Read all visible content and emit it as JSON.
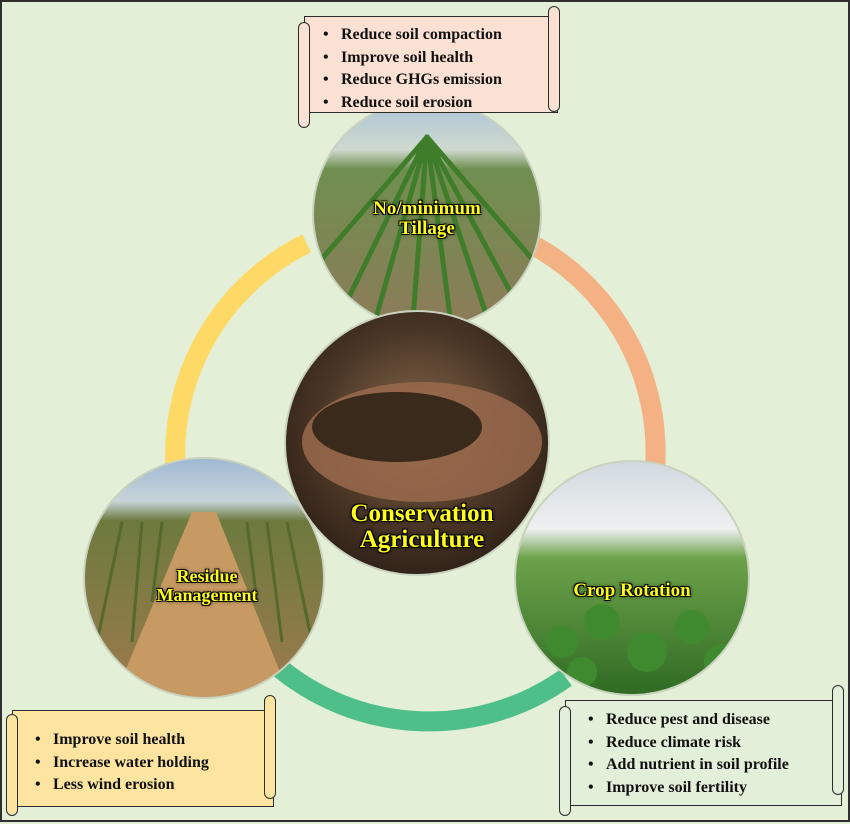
{
  "center": {
    "line1": "Conservation",
    "line2": "Agriculture"
  },
  "tillage": {
    "line1": "No/minimum",
    "line2": "Tillage"
  },
  "residue": {
    "line1": "Residue",
    "line2": "Management"
  },
  "rotation": {
    "label": "Crop Rotation"
  },
  "tillage_benefits": [
    "Reduce soil compaction",
    "Improve  soil health",
    "Reduce GHGs emission",
    "Reduce soil erosion"
  ],
  "residue_benefits": [
    "Improve  soil health",
    "Increase water holding",
    "Less wind erosion"
  ],
  "rotation_benefits": [
    "Reduce pest and disease",
    "Reduce climate risk",
    "Add nutrient in soil profile",
    "Improve  soil fertility"
  ],
  "colors": {
    "background": "#e3efd6",
    "ring_tillage_to_rotation": "#f4b183",
    "ring_rotation_to_residue": "#4fbf8a",
    "ring_residue_to_tillage": "#ffd966",
    "scroll_top": "#fbe1d3",
    "scroll_left": "#fde4a0",
    "scroll_right": "#e2efd9",
    "label_text": "#ffff1a"
  }
}
